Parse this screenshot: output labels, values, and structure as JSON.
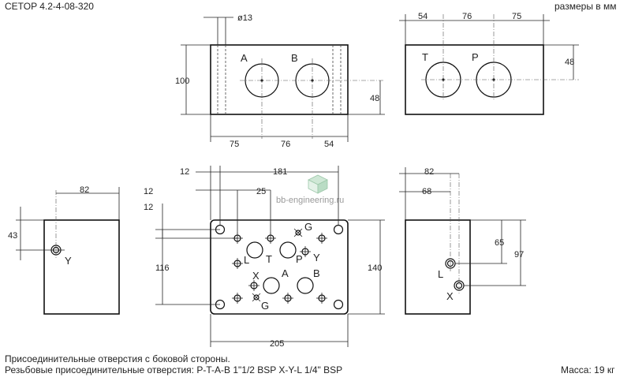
{
  "header": {
    "model": "CETOP 4.2-4-08-320",
    "units": "размеры в мм"
  },
  "watermark": {
    "site": "bb-engineering.ru"
  },
  "top_left_view": {
    "hole_dia": "ø13",
    "height": "100",
    "port_height": "48",
    "bottom_dims": [
      "75",
      "76",
      "54"
    ],
    "ports": [
      "A",
      "B"
    ]
  },
  "top_right_view": {
    "top_dims": [
      "54",
      "76",
      "75"
    ],
    "port_height": "48",
    "ports": [
      "T",
      "P"
    ]
  },
  "side_left_view": {
    "width": "82",
    "height": "43",
    "port": "Y"
  },
  "front_view": {
    "dim_12a": "12",
    "dim_181": "181",
    "dim_12b": "12",
    "dim_25": "25",
    "dim_12c": "12",
    "dim_116": "116",
    "dim_140": "140",
    "dim_205": "205",
    "ports": [
      "G",
      "L",
      "T",
      "P",
      "Y",
      "X",
      "A",
      "B",
      "G"
    ]
  },
  "side_right_view": {
    "dim_82": "82",
    "dim_68": "68",
    "dim_65": "65",
    "dim_97": "97",
    "ports": [
      "L",
      "X"
    ]
  },
  "footer": {
    "note_1": "Присоединительные отверстия с боковой стороны.",
    "note_2": "Резьбовые присоединительные отверстия: P-T-A-B 1\"1/2 BSP X-Y-L 1/4\" BSP",
    "mass": "Масса: 19 кг"
  }
}
